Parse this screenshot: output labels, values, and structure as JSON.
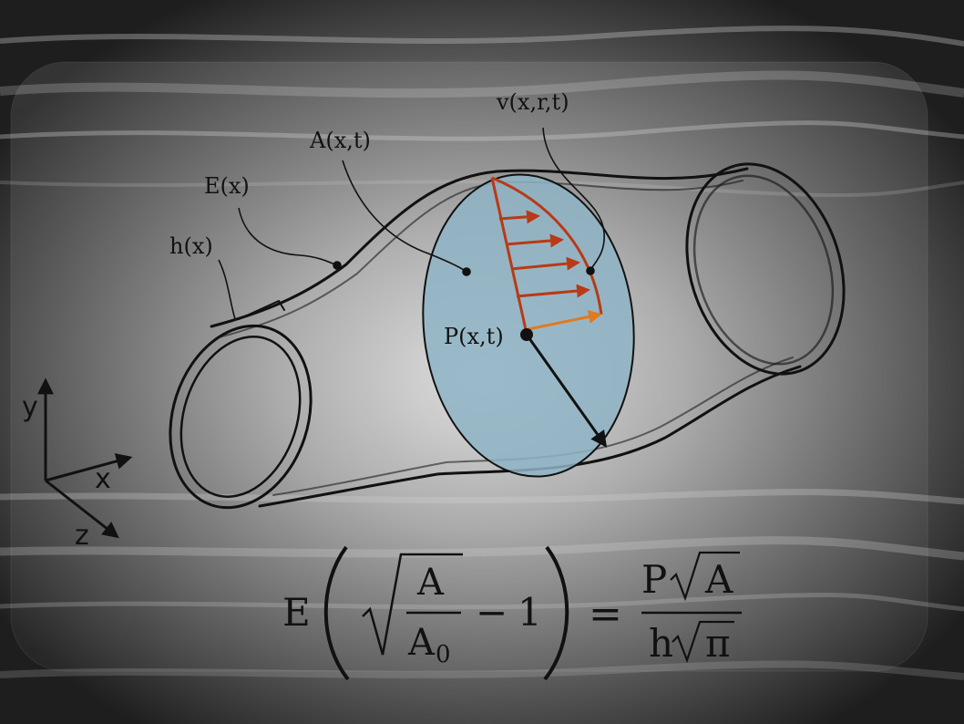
{
  "labels": {
    "velocity": "v(x,r,t)",
    "area": "A(x,t)",
    "elasticity": "E(x)",
    "thickness": "h(x)",
    "pressure": "P(x,t)"
  },
  "axes": {
    "y": "y",
    "x": "x",
    "z": "z"
  },
  "equation": {
    "lhs_coef": "E",
    "frac_num": "A",
    "frac_den": "A",
    "frac_den_sub": "0",
    "minus": "−",
    "one": "1",
    "equals": "=",
    "rhs_num_p": "P",
    "rhs_num_a": "A",
    "rhs_den_h": "h",
    "rhs_den_pi": "π"
  },
  "colors": {
    "cross_section_fill": "#8fb4c6",
    "velocity_arrow": "#b83a16",
    "velocity_arrow_highlight": "#e07a1f",
    "outline": "#111111"
  }
}
